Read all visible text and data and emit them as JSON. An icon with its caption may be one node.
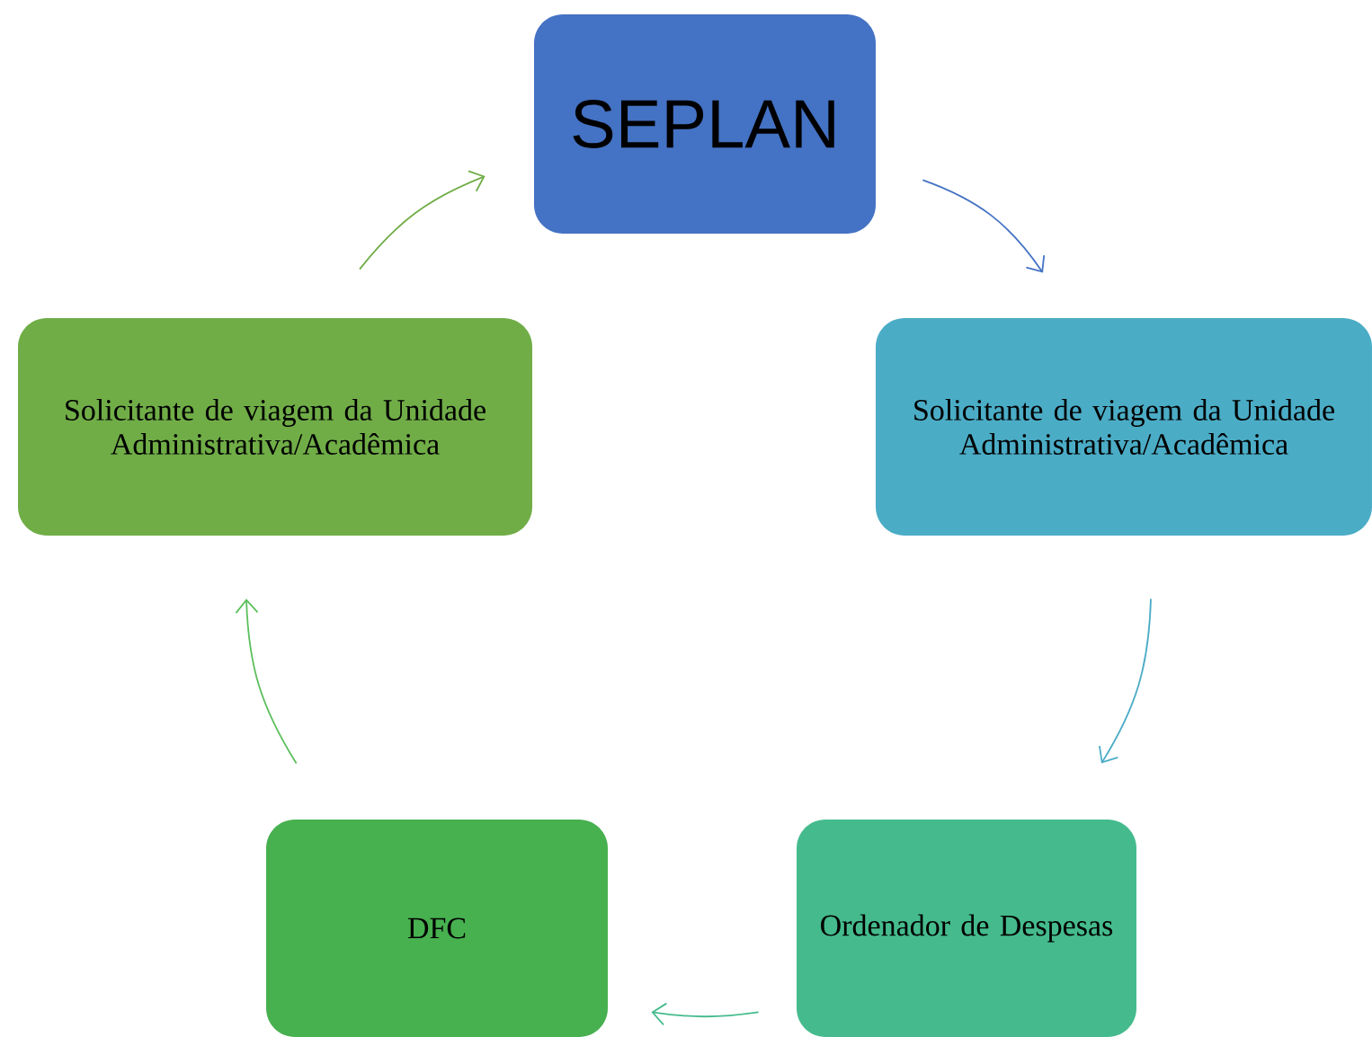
{
  "diagram": {
    "nodes": [
      {
        "text": [
          "SEPLAN"
        ]
      },
      {
        "text": [
          "Solicitante de viagem da Unidade Administrativa/Acadêmica"
        ]
      },
      {
        "text": [
          "Ordenador de Despesas"
        ]
      },
      {
        "text": [
          "DFC"
        ]
      },
      {
        "text": [
          "Solicitante de viagem da Unidade Administrativa/Acadêmica"
        ]
      }
    ],
    "edges": [
      {
        "from": 0,
        "to": 1,
        "arrow": "to",
        "color": "#4472c4"
      },
      {
        "from": 1,
        "to": 2,
        "arrow": "to",
        "color": "#4bacc6"
      },
      {
        "from": 2,
        "to": 3,
        "arrow": "to",
        "color": "#45bb8d"
      },
      {
        "from": 3,
        "to": 4,
        "arrow": "to",
        "color": "#5cbf5c"
      },
      {
        "from": 4,
        "to": 0,
        "arrow": "to",
        "color": "#70ad47"
      }
    ]
  }
}
